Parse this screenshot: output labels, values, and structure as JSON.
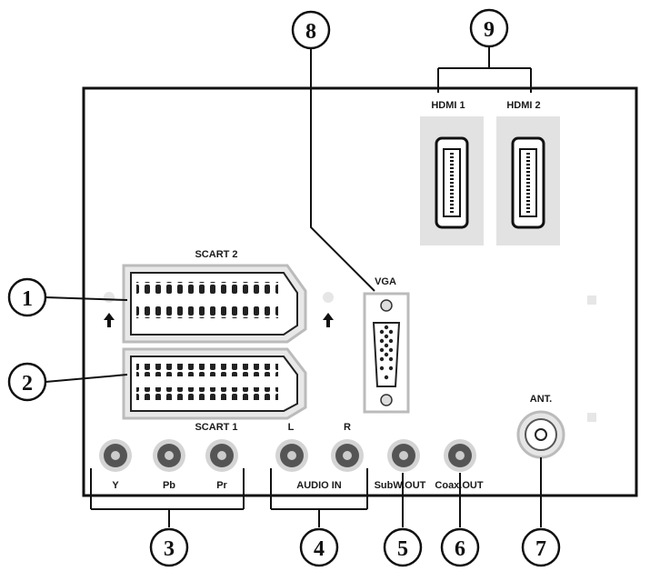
{
  "panel": {
    "labels": {
      "scart2": "SCART 2",
      "scart1": "SCART 1",
      "vga": "VGA",
      "hdmi1": "HDMI 1",
      "hdmi2": "HDMI 2",
      "ant": "ANT.",
      "y": "Y",
      "pb": "Pb",
      "pr": "Pr",
      "l": "L",
      "r": "R",
      "audio_in": "AUDIO IN",
      "subw_out": "SubW.OUT",
      "coax_out": "Coax.OUT"
    }
  },
  "callouts": {
    "c1": "1",
    "c2": "2",
    "c3": "3",
    "c4": "4",
    "c5": "5",
    "c6": "6",
    "c7": "7",
    "c8": "8",
    "c9": "9"
  },
  "colors": {
    "panel_outline": "#111111",
    "port_gray": "#c8c8c8",
    "rca_center": "#4a4a4a",
    "hdmi_bg": "#e4e4e4"
  }
}
